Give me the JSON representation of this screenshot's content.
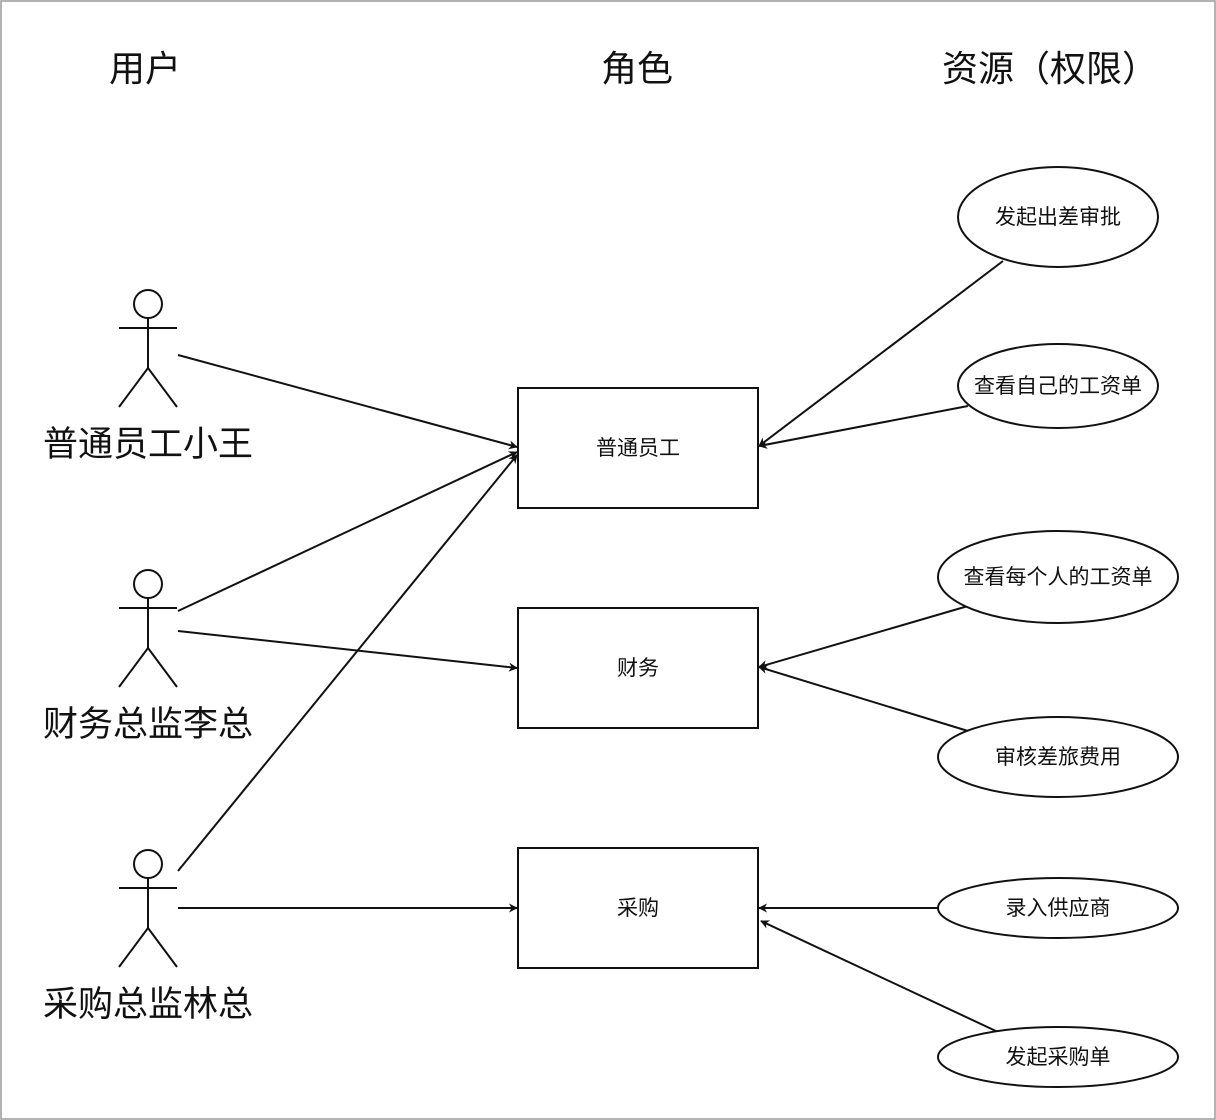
{
  "headers": {
    "users": "用户",
    "roles": "角色",
    "resources": "资源（权限）"
  },
  "users": [
    {
      "id": "wang",
      "label": "普通员工小王"
    },
    {
      "id": "li",
      "label": "财务总监李总"
    },
    {
      "id": "lin",
      "label": "采购总监林总"
    }
  ],
  "roles": [
    {
      "id": "employee",
      "label": "普通员工"
    },
    {
      "id": "finance",
      "label": "财务"
    },
    {
      "id": "purchase",
      "label": "采购"
    }
  ],
  "permissions": [
    {
      "id": "trip-approval",
      "label": "发起出差审批"
    },
    {
      "id": "own-payslip",
      "label": "查看自己的工资单"
    },
    {
      "id": "all-payslips",
      "label": "查看每个人的工资单"
    },
    {
      "id": "audit-travel",
      "label": "审核差旅费用"
    },
    {
      "id": "enter-supplier",
      "label": "录入供应商"
    },
    {
      "id": "create-po",
      "label": "发起采购单"
    }
  ],
  "user_role_links": [
    {
      "from": "wang",
      "to": "employee"
    },
    {
      "from": "li",
      "to": "employee"
    },
    {
      "from": "li",
      "to": "finance"
    },
    {
      "from": "lin",
      "to": "employee"
    },
    {
      "from": "lin",
      "to": "purchase"
    }
  ],
  "permission_role_links": [
    {
      "from": "trip-approval",
      "to": "employee"
    },
    {
      "from": "own-payslip",
      "to": "employee"
    },
    {
      "from": "all-payslips",
      "to": "finance"
    },
    {
      "from": "audit-travel",
      "to": "finance"
    },
    {
      "from": "enter-supplier",
      "to": "purchase"
    },
    {
      "from": "create-po",
      "to": "purchase"
    }
  ],
  "colors": {
    "stroke": "#111111",
    "background": "#ffffff",
    "frame": "#9a9a9a"
  }
}
